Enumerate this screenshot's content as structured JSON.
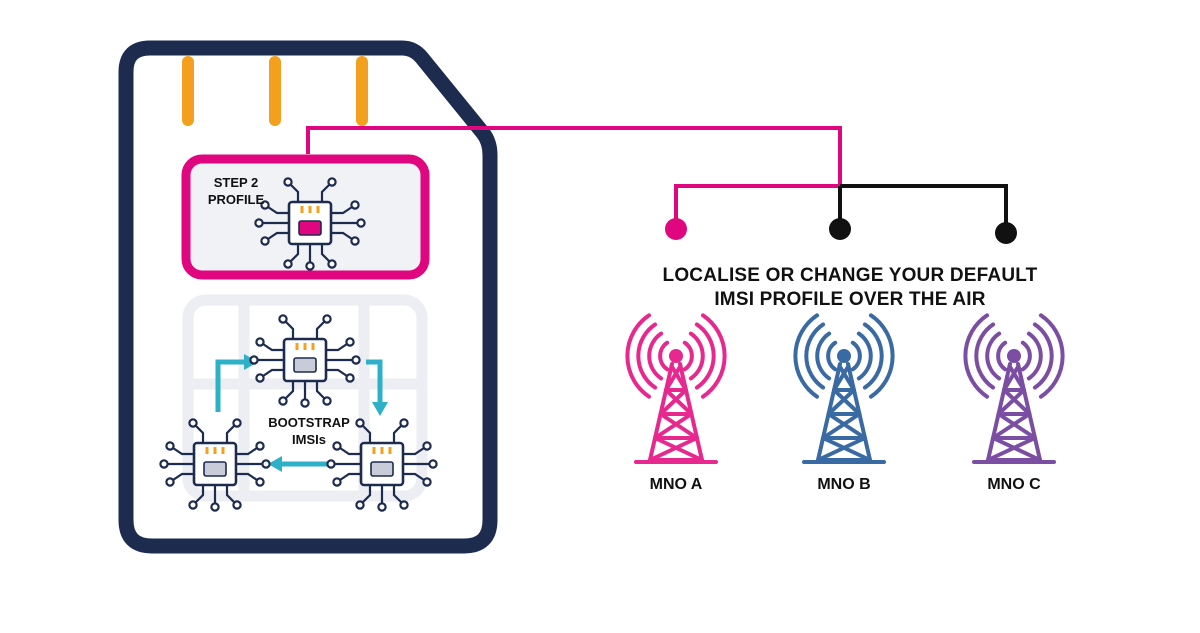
{
  "sim": {
    "profile_label_line1": "STEP 2",
    "profile_label_line2": "PROFILE",
    "bootstrap_label_line1": "BOOTSTRAP",
    "bootstrap_label_line2": "IMSIs"
  },
  "headline": {
    "line1": "LOCALISE OR CHANGE YOUR DEFAULT",
    "line2": "IMSI PROFILE OVER THE AIR"
  },
  "operators": [
    {
      "label": "MNO A",
      "color": "#e6288f"
    },
    {
      "label": "MNO B",
      "color": "#3a6aa3"
    },
    {
      "label": "MNO C",
      "color": "#7b4ea3"
    }
  ],
  "colors": {
    "sim_outline": "#1d2b4f",
    "contacts": "#f4a01f",
    "highlight": "#e0067f",
    "arrows": "#2eb0c9",
    "selector": "#111111",
    "chip_pad_highlight": "#e0067f",
    "chip_pad": "#c8ccd8"
  }
}
